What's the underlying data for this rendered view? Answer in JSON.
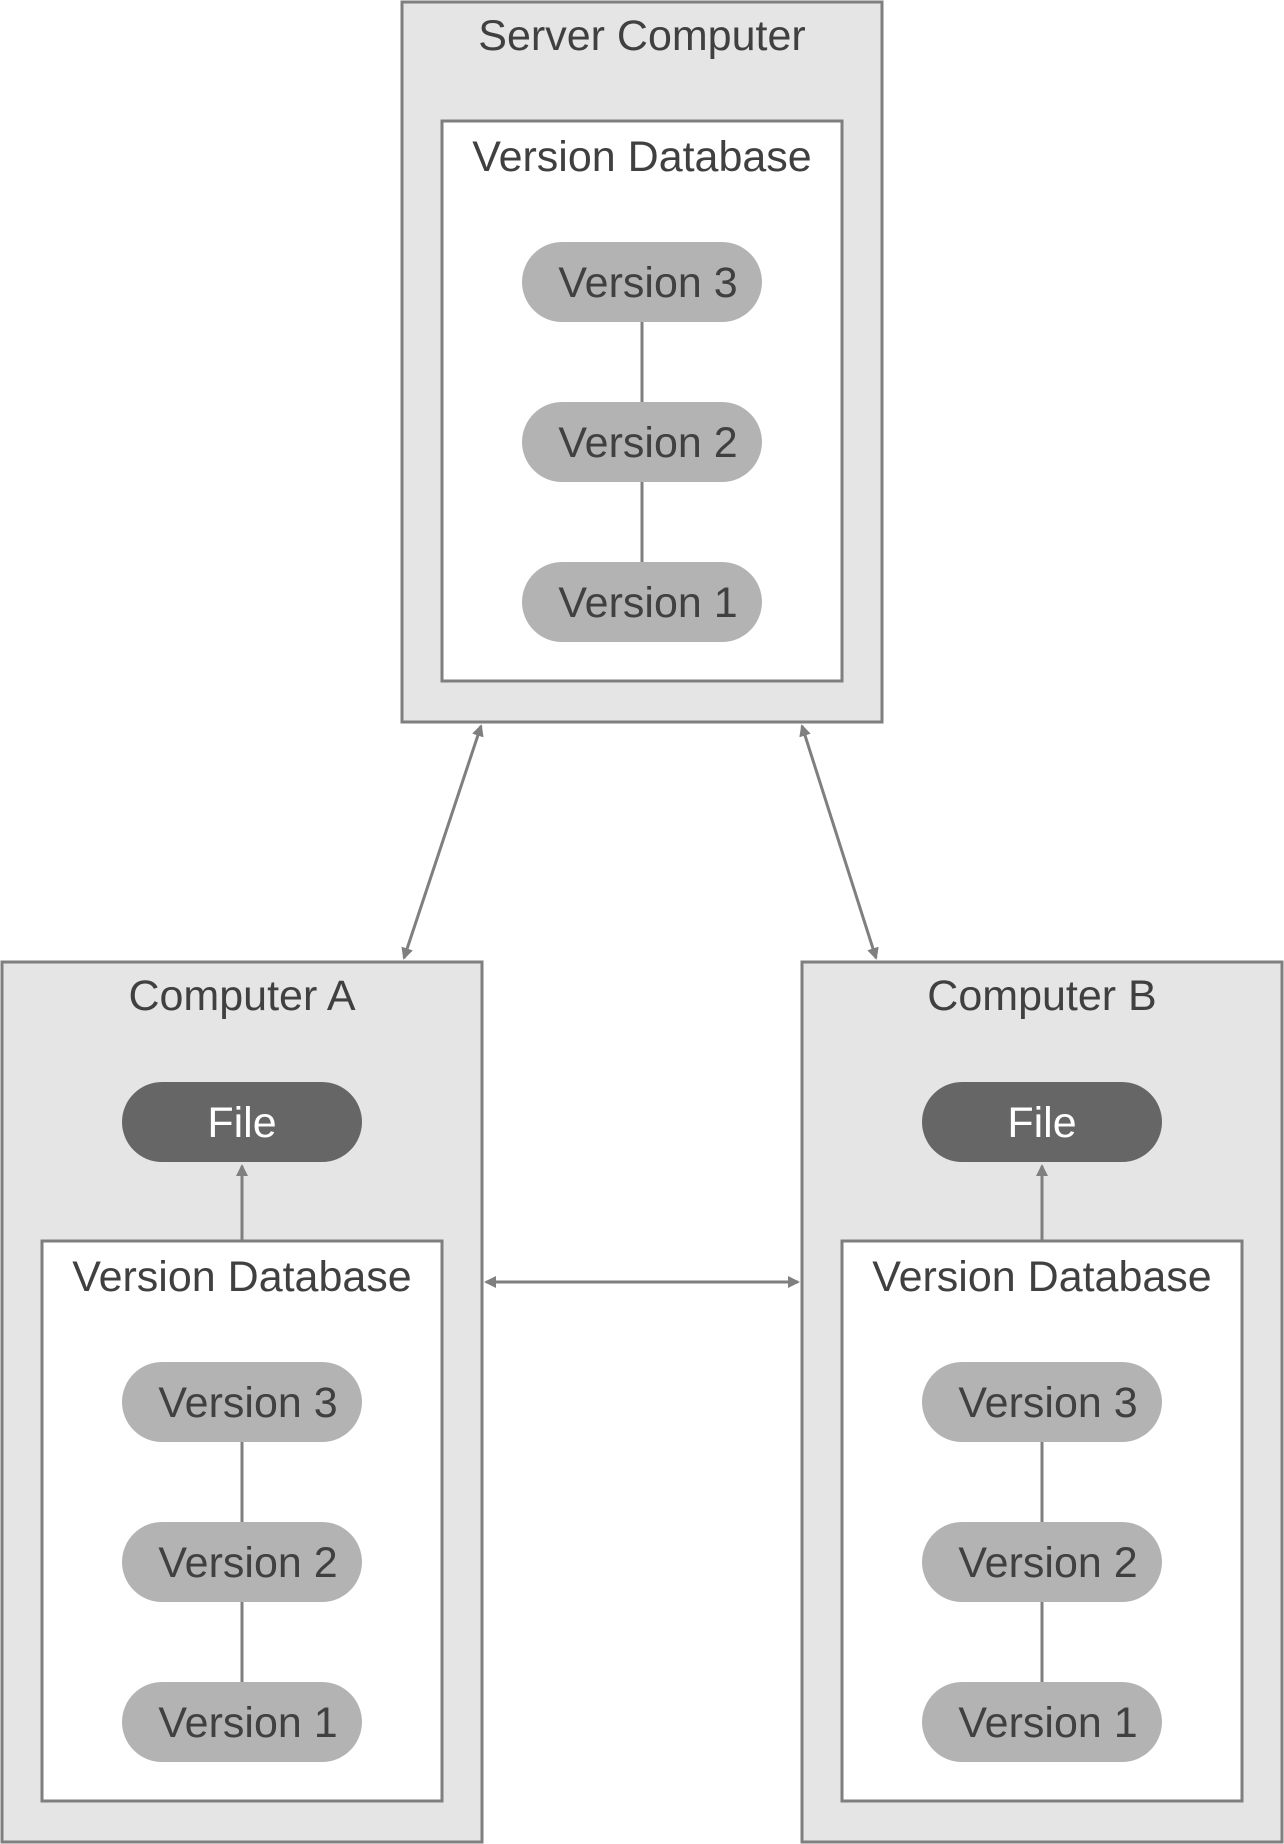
{
  "server": {
    "title": "Server Computer",
    "database": {
      "title": "Version Database",
      "versions": [
        "Version 3",
        "Version 2",
        "Version 1"
      ]
    }
  },
  "computer_a": {
    "title": "Computer A",
    "file_label": "File",
    "database": {
      "title": "Version Database",
      "versions": [
        "Version 3",
        "Version 2",
        "Version 1"
      ]
    }
  },
  "computer_b": {
    "title": "Computer B",
    "file_label": "File",
    "database": {
      "title": "Version Database",
      "versions": [
        "Version 3",
        "Version 2",
        "Version 1"
      ]
    }
  },
  "colors": {
    "outer_box_fill": "#e5e5e5",
    "stroke": "#7f7f7f",
    "db_fill": "#ffffff",
    "version_pill": "#b3b3b3",
    "file_pill": "#666666",
    "text": "#404040"
  }
}
